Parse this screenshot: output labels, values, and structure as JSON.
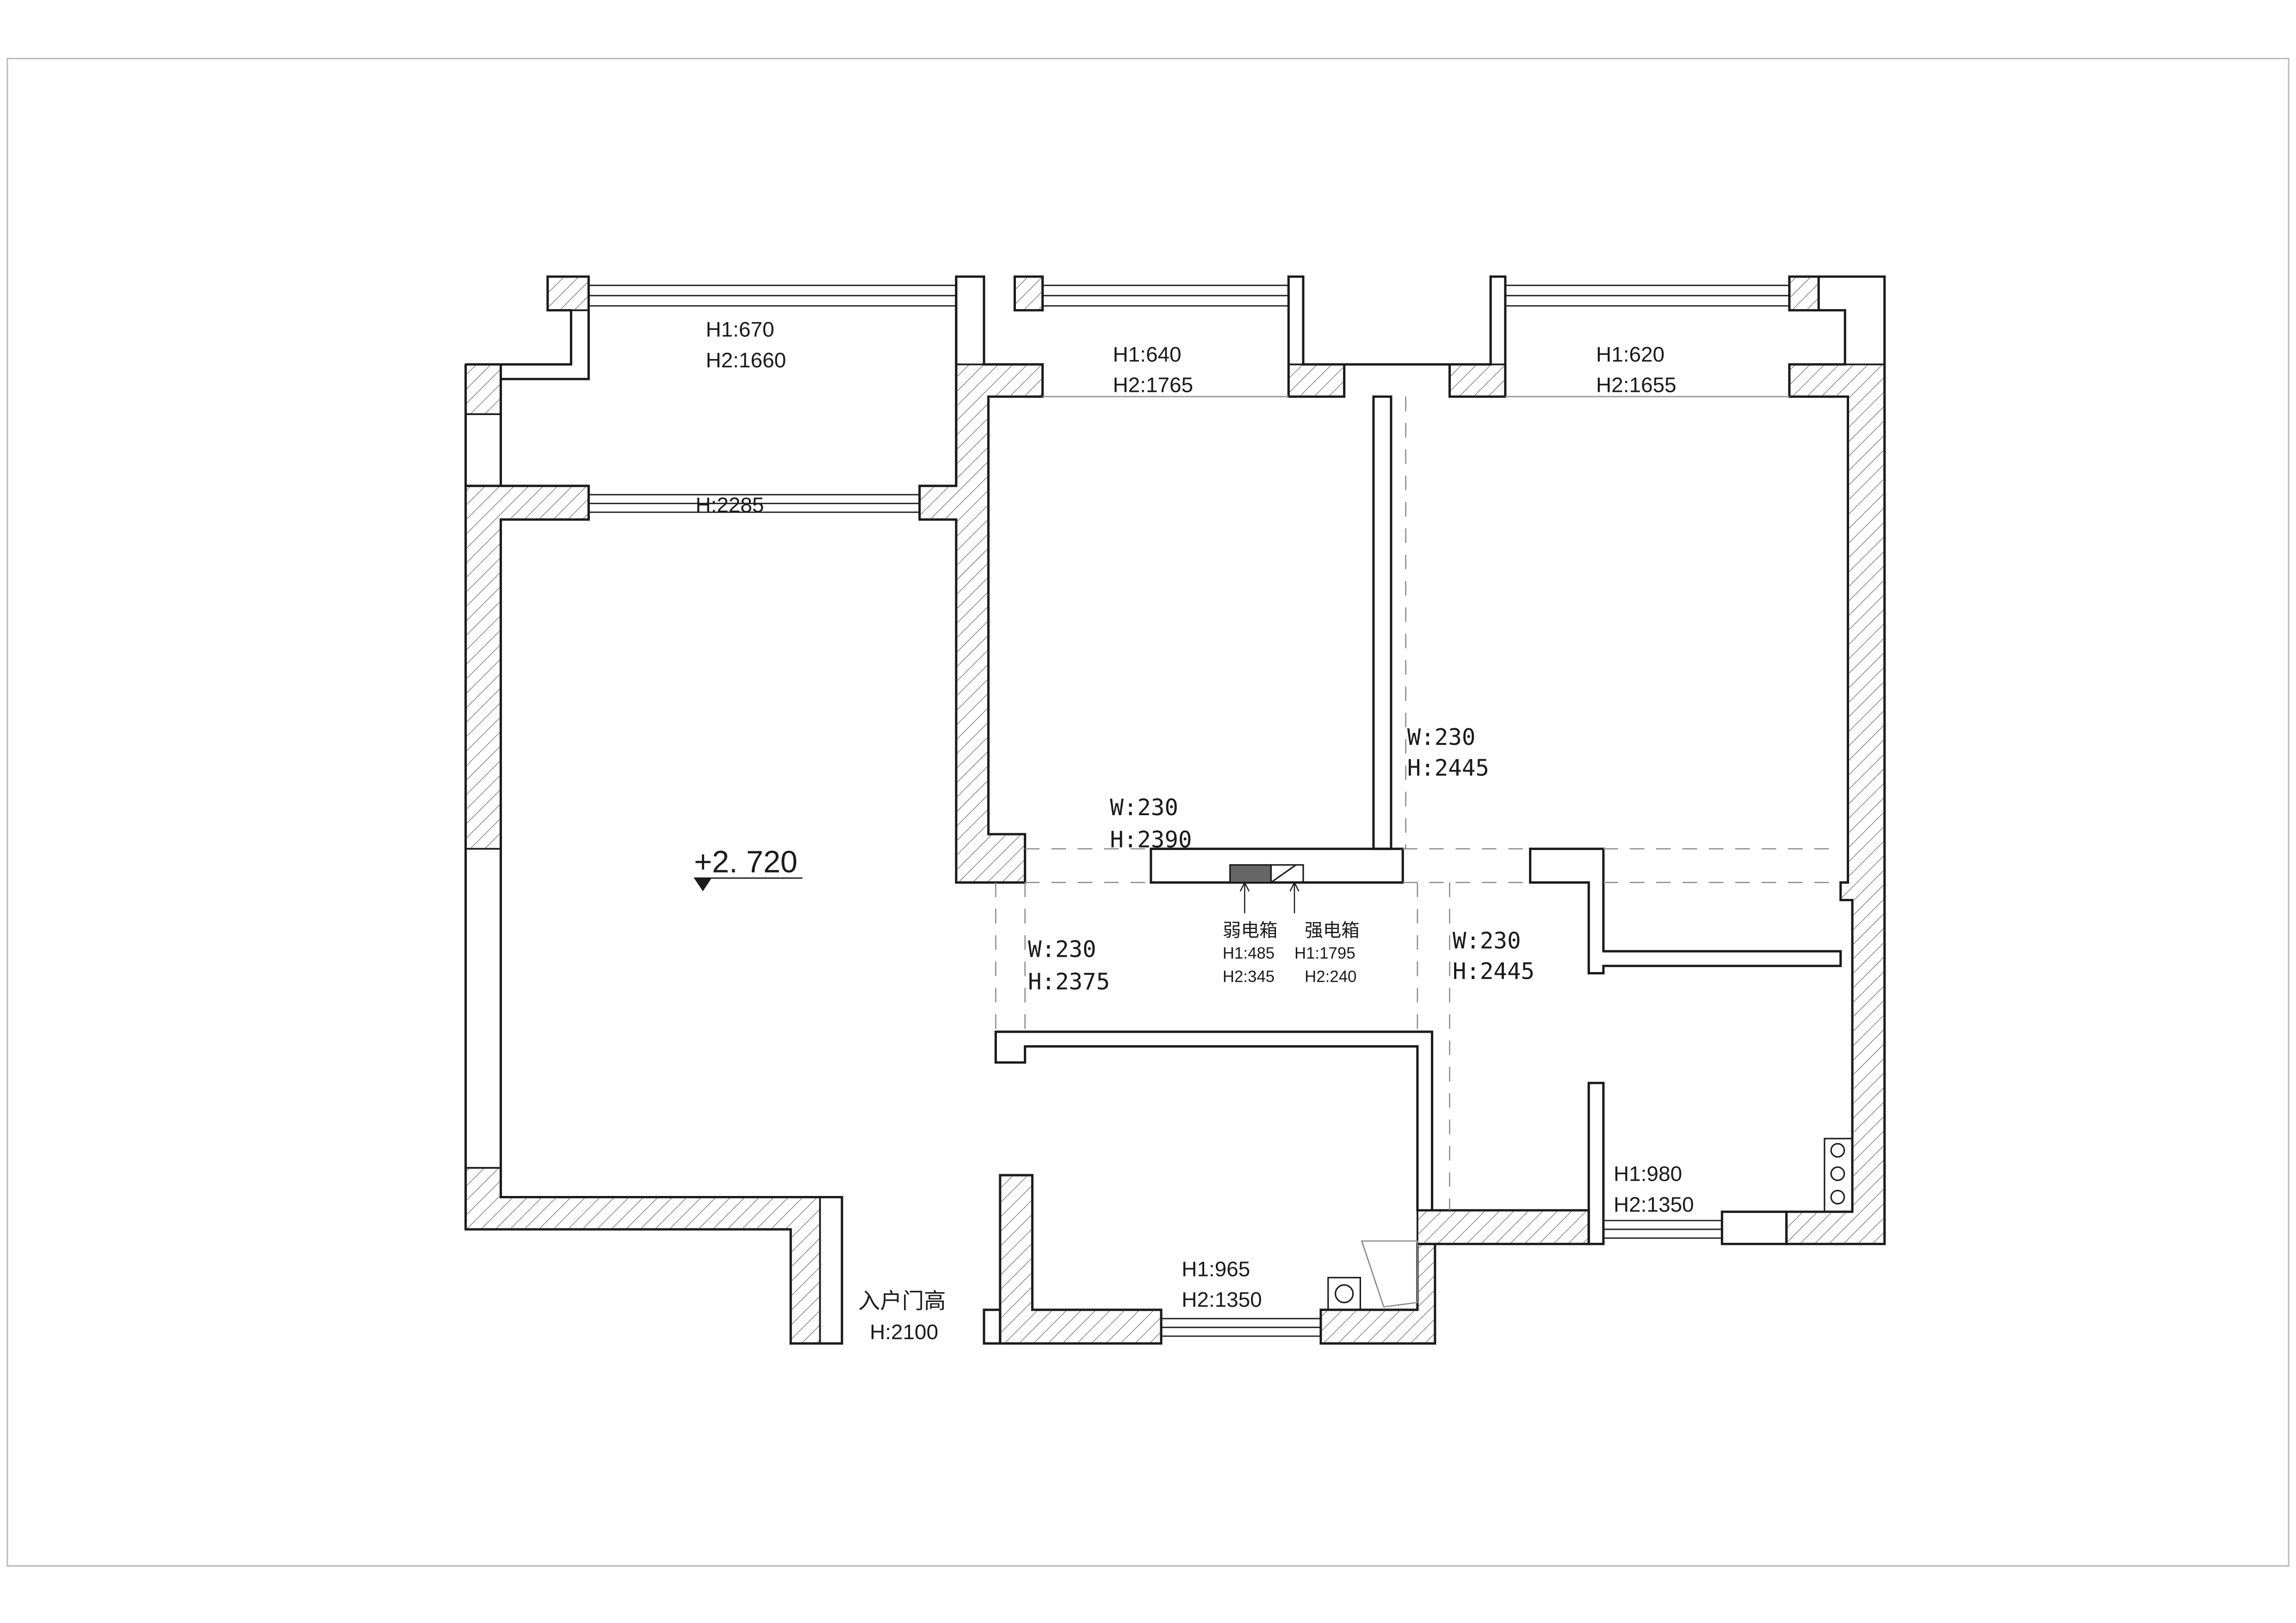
{
  "floorplan": {
    "elevation": "+2. 720",
    "windows": {
      "top_left": {
        "h1": "H1:670",
        "h2": "H2:1660"
      },
      "top_middle": {
        "h1": "H1:640",
        "h2": "H2:1765"
      },
      "top_right": {
        "h1": "H1:620",
        "h2": "H2:1655"
      },
      "left_inner": {
        "h": "H:2285"
      },
      "bottom_center": {
        "h1": "H1:965",
        "h2": "H2:1350"
      },
      "bottom_right": {
        "h1": "H1:980",
        "h2": "H2:1350"
      }
    },
    "door_openings": {
      "bedroom_mid": {
        "w": "W:230",
        "h": "H:2390"
      },
      "bedroom_right": {
        "w": "W:230",
        "h": "H:2445"
      },
      "corridor_left": {
        "w": "W:230",
        "h": "H:2375"
      },
      "corridor_right": {
        "w": "W:230",
        "h": "H:2445"
      }
    },
    "entrance": {
      "label": "入户门高",
      "h": "H:2100"
    },
    "weak_box": {
      "label": "弱电箱",
      "h1": "H1:485",
      "h2": "H2:345"
    },
    "strong_box": {
      "label": "强电箱",
      "h1": "H1:1795",
      "h2": "H2:240"
    }
  },
  "colors": {
    "wall_line": "#1a1a1a",
    "hatch": "#555555",
    "border": "#bbbbbb",
    "box_fill": "#666666"
  }
}
